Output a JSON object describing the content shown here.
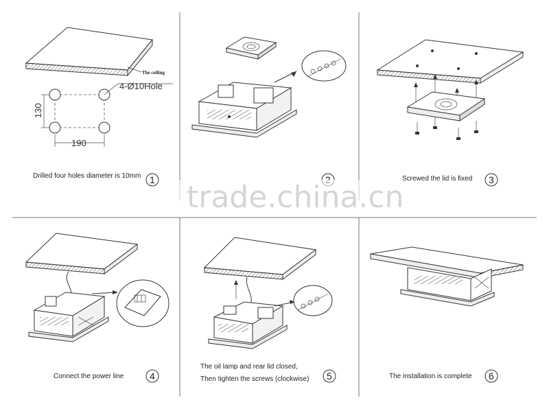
{
  "panels": [
    {
      "caption": "Drilled four holes diameter is 10mm",
      "step": "1",
      "labels": {
        "ceiling": "The ceiling",
        "holes": "4-Ø10Hole",
        "dim_v": "130",
        "dim_h": "190"
      }
    },
    {
      "caption": "",
      "step": "2"
    },
    {
      "caption": "Screwed the lid is fixed",
      "step": "3"
    },
    {
      "caption": "Connect the power line",
      "step": "4"
    },
    {
      "caption_line1": "The oil lamp and rear lid closed,",
      "caption_line2": "Then tighten the screws (clockwise)",
      "step": "5"
    },
    {
      "caption": "The installation is complete",
      "step": "6"
    }
  ],
  "watermark": "trade.china.cn"
}
